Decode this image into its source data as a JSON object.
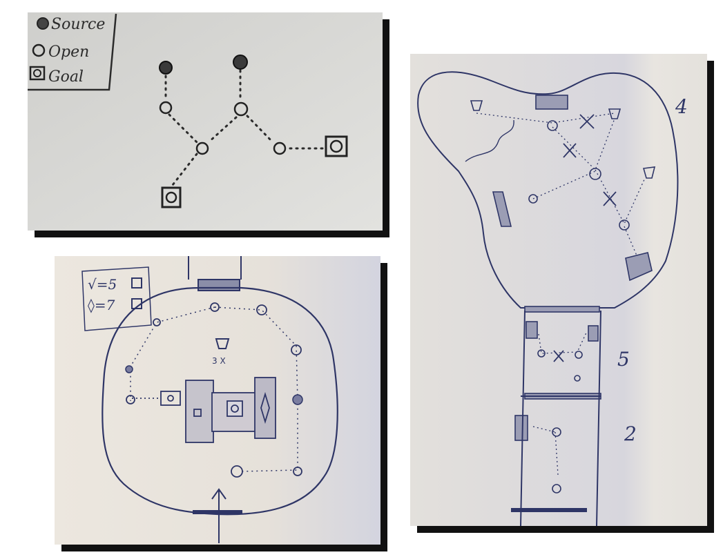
{
  "sketch_top": {
    "legend": {
      "source_label": "Source",
      "open_label": "Open",
      "goal_label": "Goal"
    }
  },
  "sketch_bottom": {
    "legend": {
      "row1": "√=5",
      "row2": "◊=7"
    },
    "center_mark": "3 X"
  },
  "sketch_right": {
    "section_4": "4",
    "section_5": "5",
    "section_2": "2"
  },
  "colors": {
    "pencil": "#2b2b2b",
    "pen": "#2e3566",
    "paper_top": "#d9d9d6",
    "paper_bottom": "#e9e4dc",
    "paper_right": "#dcdad8"
  }
}
